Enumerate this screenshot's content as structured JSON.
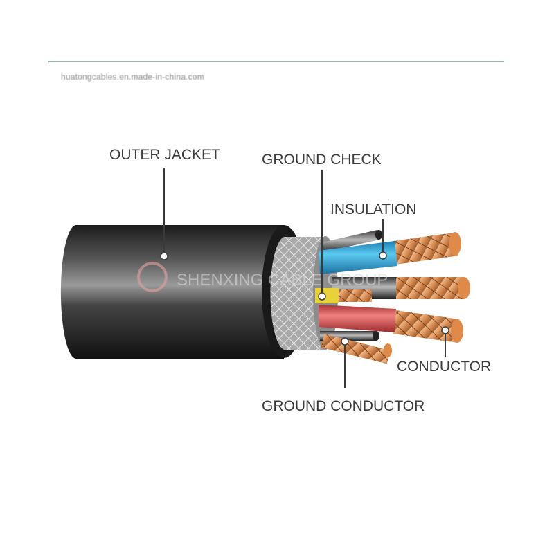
{
  "source_text": "huatongcables.en.made-in-china.com",
  "watermark": "SHENXING CABLE GROUP",
  "labels": {
    "outer_jacket": "OUTER JACKET",
    "ground_check": "GROUND CHECK",
    "insulation": "INSULATION",
    "conductor": "CONDUCTOR",
    "ground_conductor": "GROUND CONDUCTOR"
  },
  "colors": {
    "jacket": "#2b2b2b",
    "braid": "#9a9a9a",
    "blue_insulation": "#2aa7db",
    "red_insulation": "#d9504f",
    "grey_insulation": "#4a4a4a",
    "ground_check": "#e8d23a",
    "copper": "#d9905a"
  }
}
